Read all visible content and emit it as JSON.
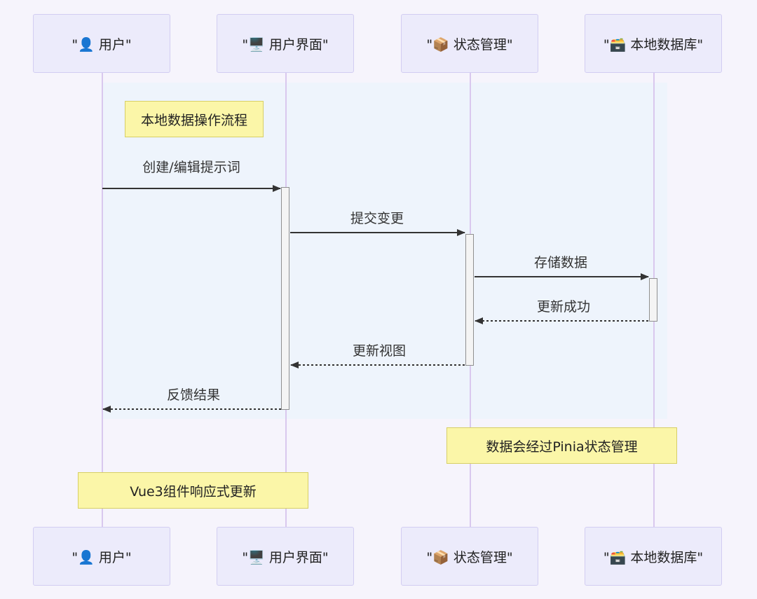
{
  "actors_top": [
    "\"👤 用户\"",
    "\"🖥️ 用户界面\"",
    "\"📦 状态管理\"",
    "\"🗃️ 本地数据库\""
  ],
  "actors_bottom": [
    "\"👤 用户\"",
    "\"🖥️ 用户界面\"",
    "\"📦 状态管理\"",
    "\"🗃️ 本地数据库\""
  ],
  "notes": {
    "loop_title": "本地数据操作流程",
    "pinia_note": "数据会经过Pinia状态管理",
    "vue_note": "Vue3组件响应式更新"
  },
  "messages": [
    {
      "label": "创建/编辑提示词",
      "from": 0,
      "to": 1,
      "style": "solid"
    },
    {
      "label": "提交变更",
      "from": 1,
      "to": 2,
      "style": "solid"
    },
    {
      "label": "存储数据",
      "from": 2,
      "to": 3,
      "style": "solid"
    },
    {
      "label": "更新成功",
      "from": 3,
      "to": 2,
      "style": "dashed"
    },
    {
      "label": "更新视图",
      "from": 2,
      "to": 1,
      "style": "dashed"
    },
    {
      "label": "反馈结果",
      "from": 1,
      "to": 0,
      "style": "dashed"
    }
  ],
  "colors": {
    "background": "#f6f4fc",
    "actor_fill": "#ecebfb",
    "actor_border": "#d2cdf2",
    "lifeline": "#d9c8ee",
    "loop_fill": "#eef4fc",
    "note_fill": "#fbf6a8",
    "note_border": "#d7cf66",
    "arrow": "#333333"
  }
}
